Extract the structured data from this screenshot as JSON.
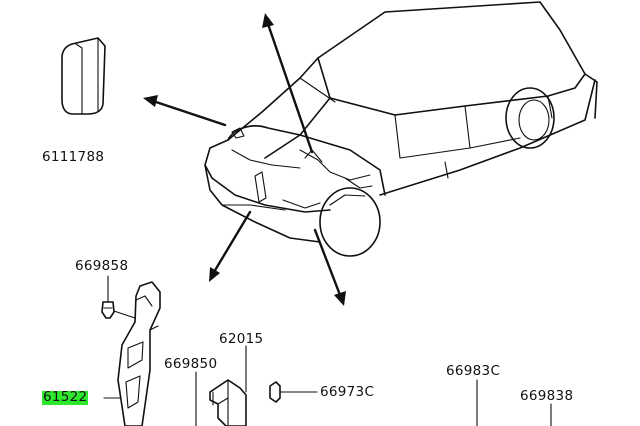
{
  "parts": [
    {
      "id": "p6111788",
      "label": "6111788",
      "highlight": false
    },
    {
      "id": "p669858",
      "label": "669858",
      "highlight": false
    },
    {
      "id": "p62015",
      "label": "62015",
      "highlight": false
    },
    {
      "id": "p669850",
      "label": "669850",
      "highlight": false
    },
    {
      "id": "p66973c",
      "label": "66973C",
      "highlight": false
    },
    {
      "id": "p66983c",
      "label": "66983C",
      "highlight": false
    },
    {
      "id": "p669838",
      "label": "669838",
      "highlight": false
    },
    {
      "id": "p61522",
      "label": "61522",
      "highlight": true
    }
  ],
  "colors": {
    "highlight": "#2ee82e",
    "line": "#111111",
    "background": "#ffffff"
  }
}
